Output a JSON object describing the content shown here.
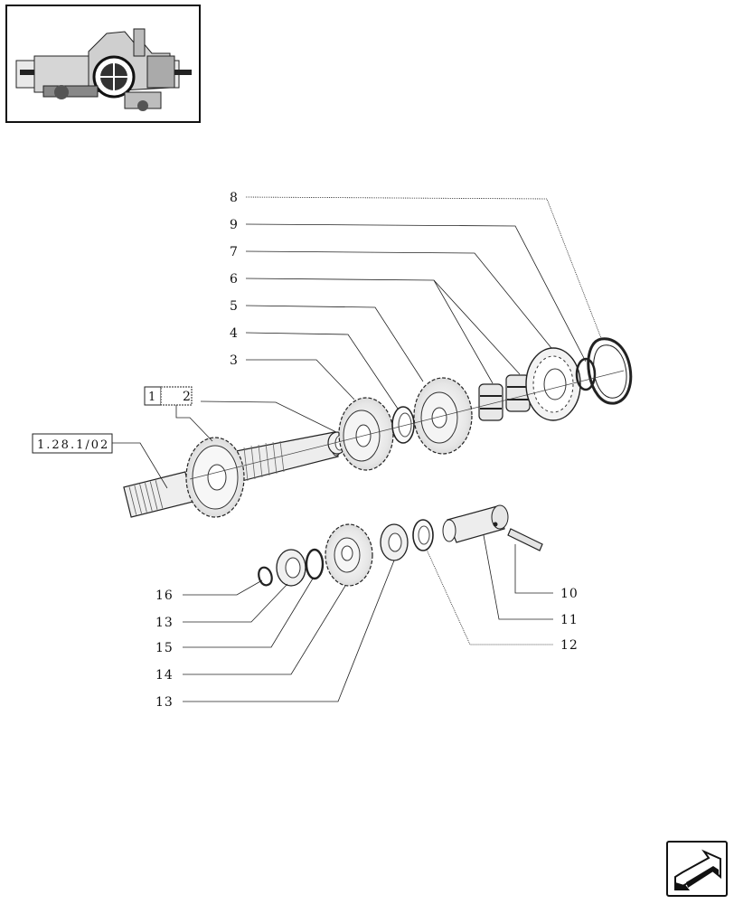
{
  "overview": {
    "icon": "tractor-transmission-overview-icon"
  },
  "reference": {
    "box_label": "1",
    "group_label": "2",
    "link_label": "1.28.1/02"
  },
  "callouts": {
    "c8": "8",
    "c9": "9",
    "c7": "7",
    "c6": "6",
    "c5": "5",
    "c4": "4",
    "c3": "3",
    "c10": "10",
    "c11": "11",
    "c12": "12",
    "c16": "16",
    "c13a": "13",
    "c15": "15",
    "c14": "14",
    "c13b": "13"
  },
  "navigation": {
    "icon": "previous-page-arrow-icon"
  }
}
